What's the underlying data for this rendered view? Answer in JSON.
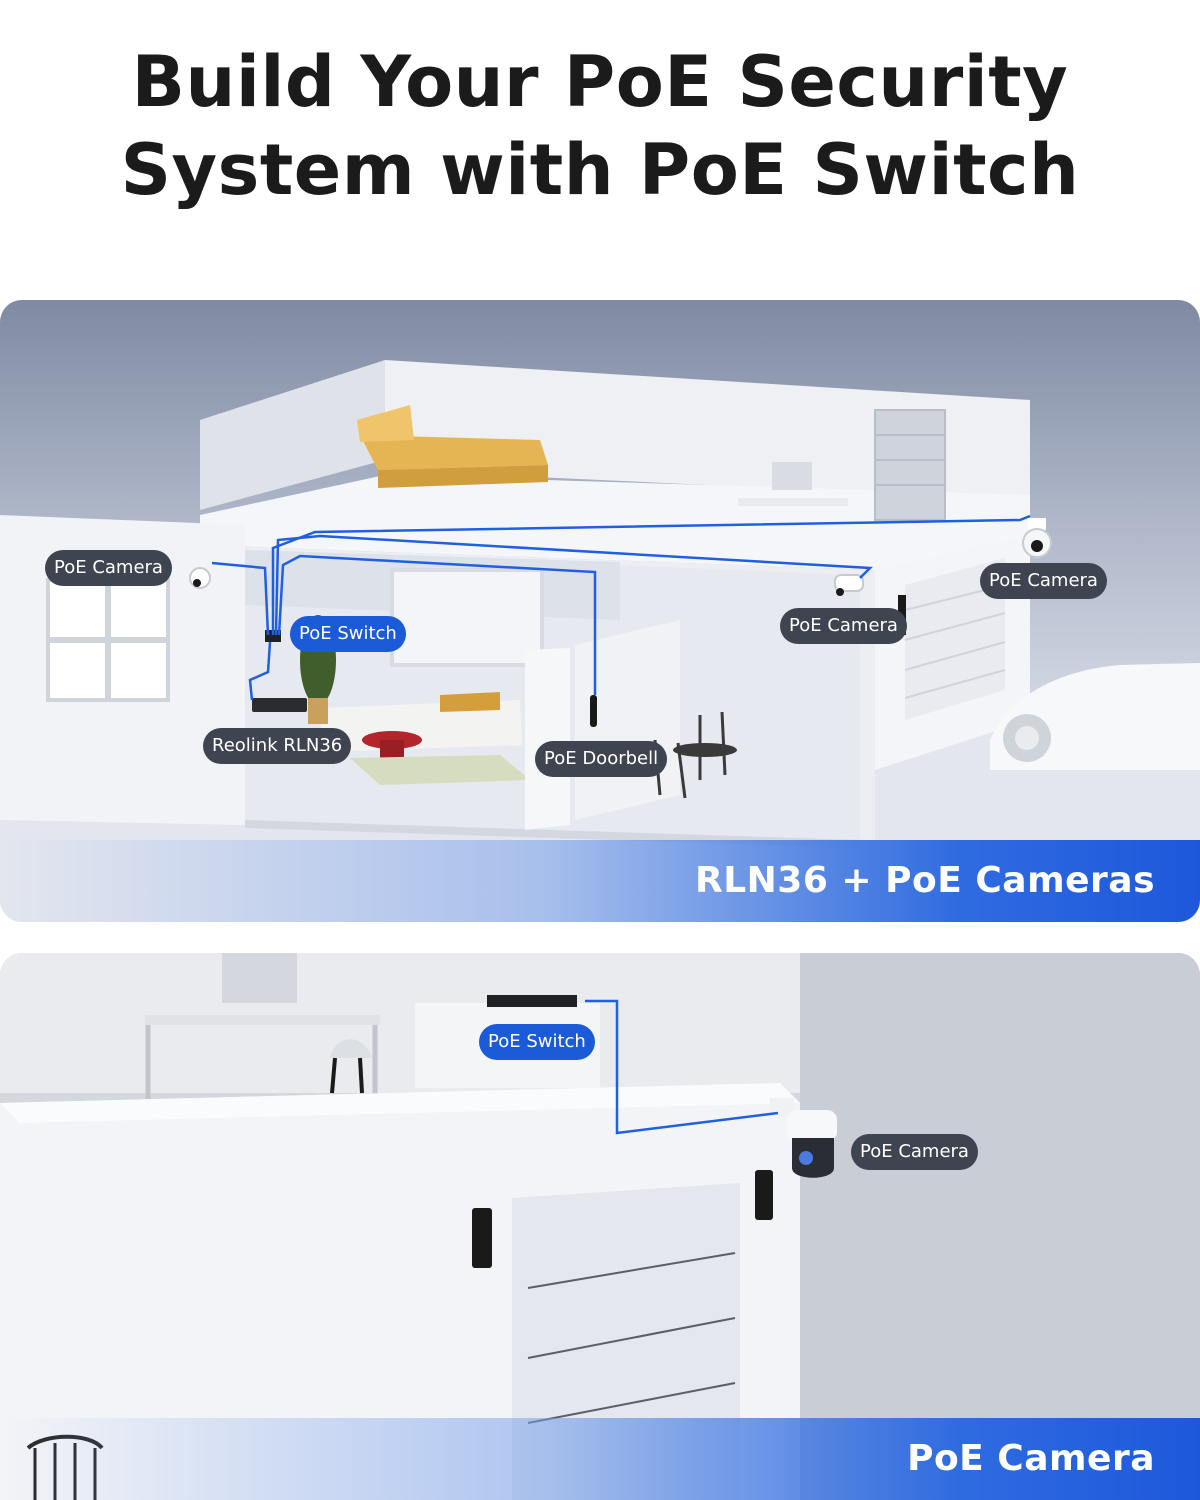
{
  "title": {
    "line1": "Build Your PoE Security",
    "line2": "System with PoE Switch"
  },
  "panel1": {
    "labels": {
      "camera_left": "PoE Camera",
      "switch": "PoE Switch",
      "nvr": "Reolink RLN36",
      "doorbell": "PoE Doorbell",
      "camera_mid": "PoE Camera",
      "camera_right": "PoE Camera"
    },
    "banner": "RLN36 + PoE Cameras"
  },
  "panel2": {
    "labels": {
      "switch": "PoE Switch",
      "camera": "PoE Camera"
    },
    "banner": "PoE Camera"
  },
  "colors": {
    "cable": "#1f5fe0",
    "label_dark": "#3f4550",
    "label_blue": "#1b5bd8",
    "banner": "#1d58dc",
    "title": "#1b1b1b"
  }
}
